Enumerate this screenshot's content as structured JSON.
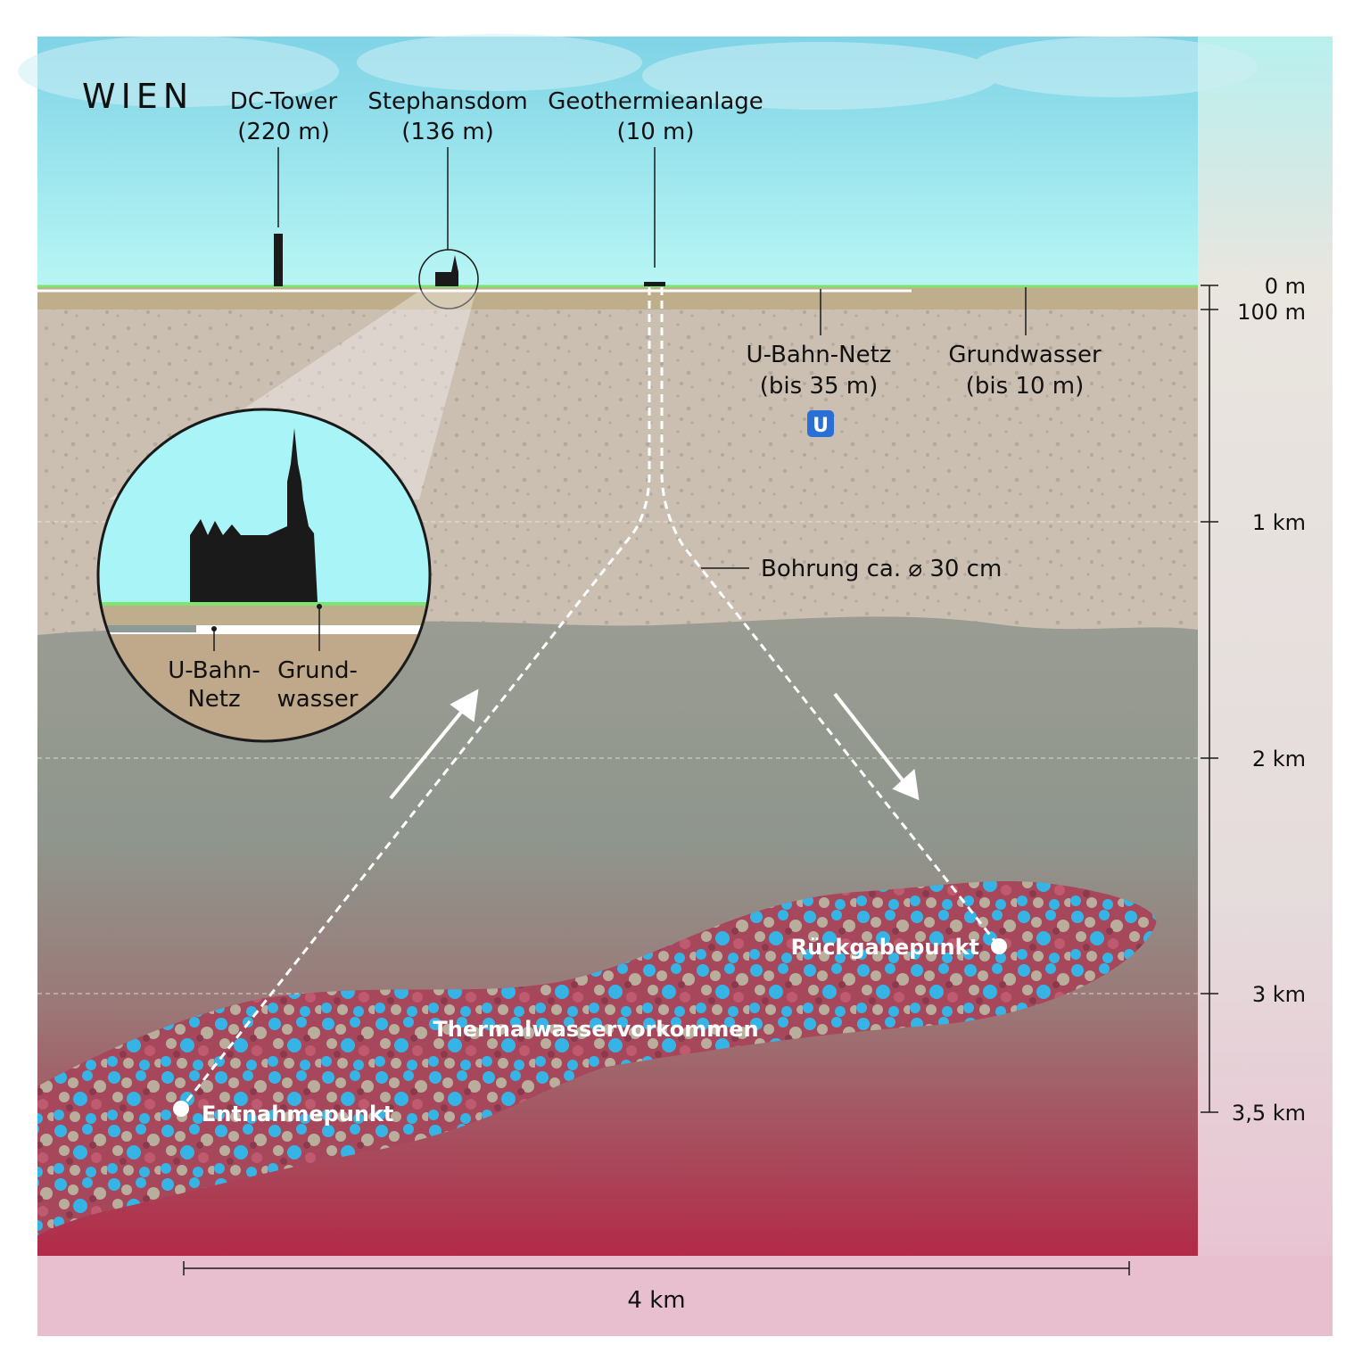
{
  "title": "WIEN",
  "landmarks": {
    "dc_tower": {
      "name": "DC-Tower",
      "height": "(220 m)"
    },
    "stephansdom": {
      "name": "Stephansdom",
      "height": "(136 m)"
    },
    "geothermie": {
      "name": "Geothermieanlage",
      "height": "(10 m)"
    }
  },
  "underground": {
    "ubahn": {
      "name": "U-Bahn-Netz",
      "depth": "(bis 35 m)",
      "icon_letter": "U"
    },
    "grundwasser": {
      "name": "Grundwasser",
      "depth": "(bis 10 m)"
    }
  },
  "bohrung": "Bohrung ca. ⌀ 30 cm",
  "inset": {
    "ubahn_line1": "U-Bahn-",
    "ubahn_line2": "Netz",
    "gw_line1": "Grund-",
    "gw_line2": "wasser"
  },
  "reservoir": {
    "name": "Thermalwasservorkommen",
    "entnahme": "Entnahmepunkt",
    "rueckgabe": "Rückgabepunkt"
  },
  "depth_scale": [
    "0 m",
    "100 m",
    "1 km",
    "2 km",
    "3 km",
    "3,5 km"
  ],
  "width_scale": "4 km",
  "colors": {
    "sky_top": "#7fd3e6",
    "sky_bottom": "#b8f4f4",
    "ground_surface": "#bfae8c",
    "upper_layer": "#cbbfb2",
    "deep_top": "#9a9c92",
    "deep_bottom": "#b22d4a",
    "water": "#36b4e5",
    "rock_red": "#a8475a",
    "rock_grey": "#b9ae9c",
    "ground_line": "#7be56f",
    "ubahn_badge": "#2a6fd6",
    "side_panel": "#e3dcd6",
    "bottom_panel": "#e7bfcf"
  }
}
